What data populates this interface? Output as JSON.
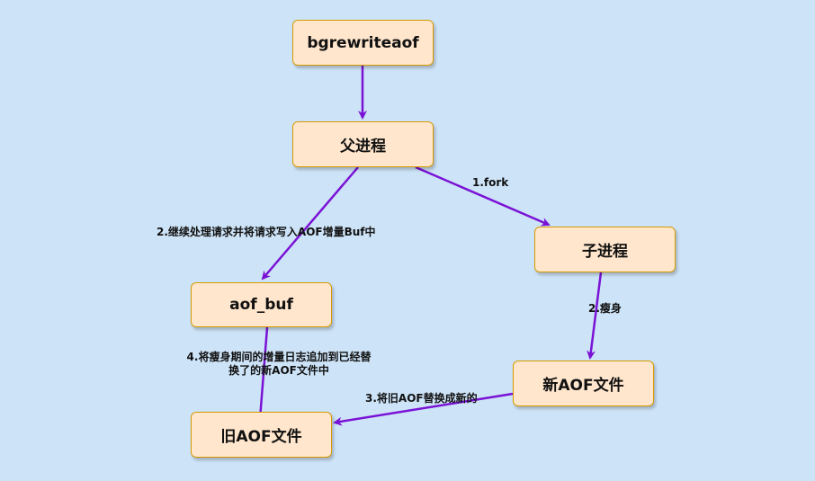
{
  "colors": {
    "background": "#cde3f7",
    "node_fill": "#ffe6cc",
    "node_border": "#d79b00",
    "arrow": "#7a12d6"
  },
  "nodes": {
    "bgrewriteaof": "bgrewriteaof",
    "parent": "父进程",
    "child": "子进程",
    "aof_buf": "aof_buf",
    "new_aof": "新AOF文件",
    "old_aof": "旧AOF文件"
  },
  "edges": {
    "fork": "1.fork",
    "continue": "2.继续处理请求并将请求写入AOF增量Buf中",
    "slim": "2.瘦身",
    "replace": "3.将旧AOF替换成新的",
    "append": "4.将瘦身期间的增量日志追加到已经替换了的新AOF文件中"
  }
}
